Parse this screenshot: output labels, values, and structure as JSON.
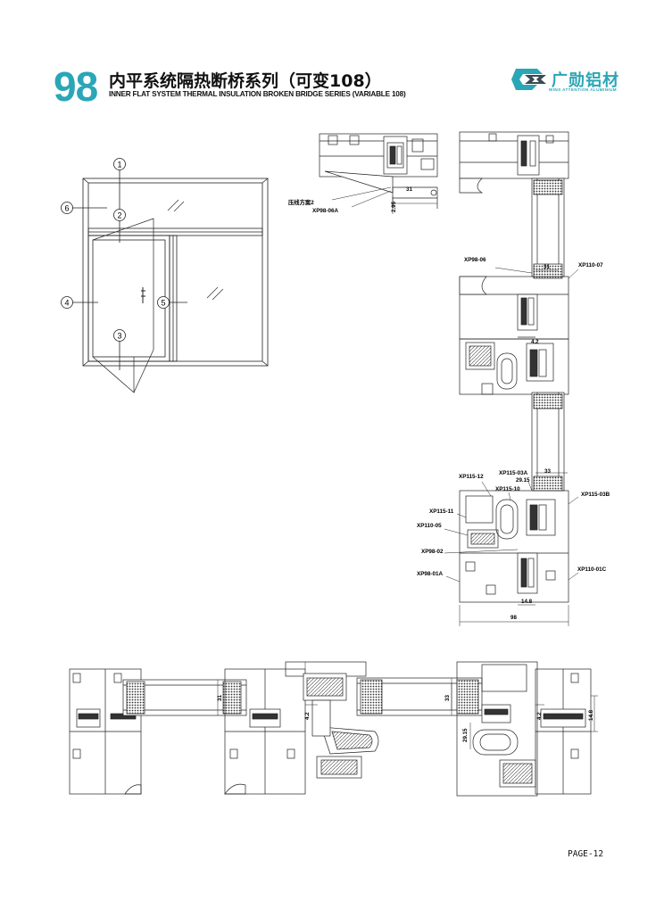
{
  "header": {
    "series_number": "98",
    "title_cn": "内平系统隔热断桥系列（可变108）",
    "title_en": "INNER FLAT SYSTEM THERMAL INSULATION BROKEN BRIDGE SERIES (VARIABLE 108)"
  },
  "brand": {
    "name_cn": "广勋铝材",
    "name_en": "WINS ATTENTION ALUMINIUM",
    "color": "#2aa6b7"
  },
  "elevation": {
    "markers": [
      "1",
      "2",
      "3",
      "4",
      "5",
      "6"
    ]
  },
  "top_detail": {
    "profile_label": "XP98-06A",
    "note": "压线方案2",
    "dim_width": "31",
    "dim_small": "2.95"
  },
  "vertical_section": {
    "labels": {
      "xp98_06": "XP98-06",
      "xp110_07": "XP110-07",
      "xp115_12": "XP115-12",
      "xp115_03a": "XP115-03A",
      "xp115_10": "XP115-10",
      "xp115_03b": "XP115-03B",
      "xp115_11": "XP115-11",
      "xp110_05": "XP110-05",
      "xp98_02": "XP98-02",
      "xp98_01a": "XP98-01A",
      "xp110_01c": "XP110-01C"
    },
    "dims": {
      "glass_upper": "31",
      "gap": "4.2",
      "glass_lower": "33",
      "offset": "29.15",
      "bottom_small": "14.8",
      "overall": "98"
    }
  },
  "horizontal_section": {
    "dims": {
      "glass_left": "31",
      "gap_left": "4.2",
      "glass_right": "33",
      "offset": "29.15",
      "gap_right": "4.2",
      "edge": "14.8"
    }
  },
  "footer": {
    "page": "PAGE-12"
  }
}
